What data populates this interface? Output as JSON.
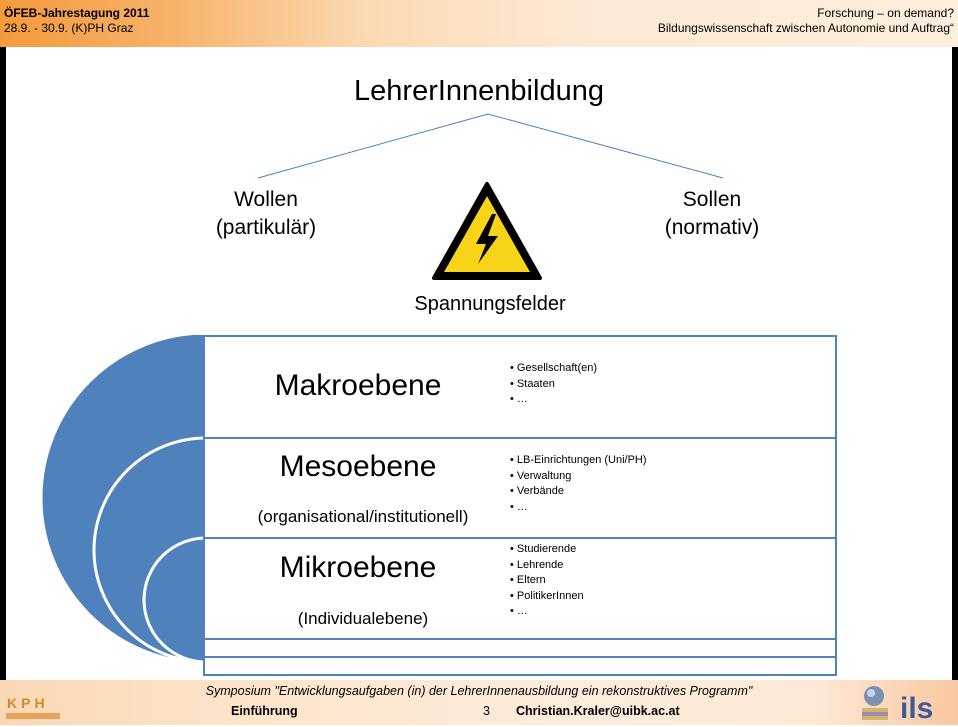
{
  "header": {
    "event_title": "ÖFEB-Jahrestagung 2011",
    "event_date": "28.9.  - 30.9. (K)PH Graz",
    "topic_line1": "Forschung – on demand?",
    "topic_line2": "Bildungswissenschaft zwischen Autonomie und Auftrag“"
  },
  "diagram": {
    "title": "LehrerInnenbildung",
    "left_line1": "Wollen",
    "left_line2": "(partikulär)",
    "right_line1": "Sollen",
    "right_line2": "(normativ)",
    "center_label": "Spannungsfelder",
    "warning_icon": "high-voltage-warning-icon"
  },
  "levels": [
    {
      "title": "Makroebene",
      "subtitle": "",
      "bullets": [
        "Gesellschaft(en)",
        "Staaten",
        "…"
      ]
    },
    {
      "title": "Mesoebene",
      "subtitle": "(organisational/institutionell)",
      "bullets": [
        "LB-Einrichtungen (Uni/PH)",
        "Verwaltung",
        "Verbände",
        "…"
      ]
    },
    {
      "title": "Mikroebene",
      "subtitle": "(Individualebene)",
      "bullets": [
        "Studierende",
        "Lehrende",
        "Eltern",
        "PolitikerInnen",
        "…"
      ]
    }
  ],
  "footer": {
    "symposium": "Symposium \"Entwicklungsaufgaben (in) der LehrerInnenausbildung ein rekonstruktives Programm\"",
    "section": "Einführung",
    "page_number": "3",
    "author_email": "Christian.Kraler@uibk.ac.at",
    "left_logo_text": "KPH",
    "right_logo_text": "ils"
  },
  "colors": {
    "header_accent": "#f39a3c",
    "circle_fill": "#4f81bd",
    "circle_stroke": "#ffffff",
    "box_border": "#4f81bd",
    "warning_yellow": "#f7d417"
  }
}
